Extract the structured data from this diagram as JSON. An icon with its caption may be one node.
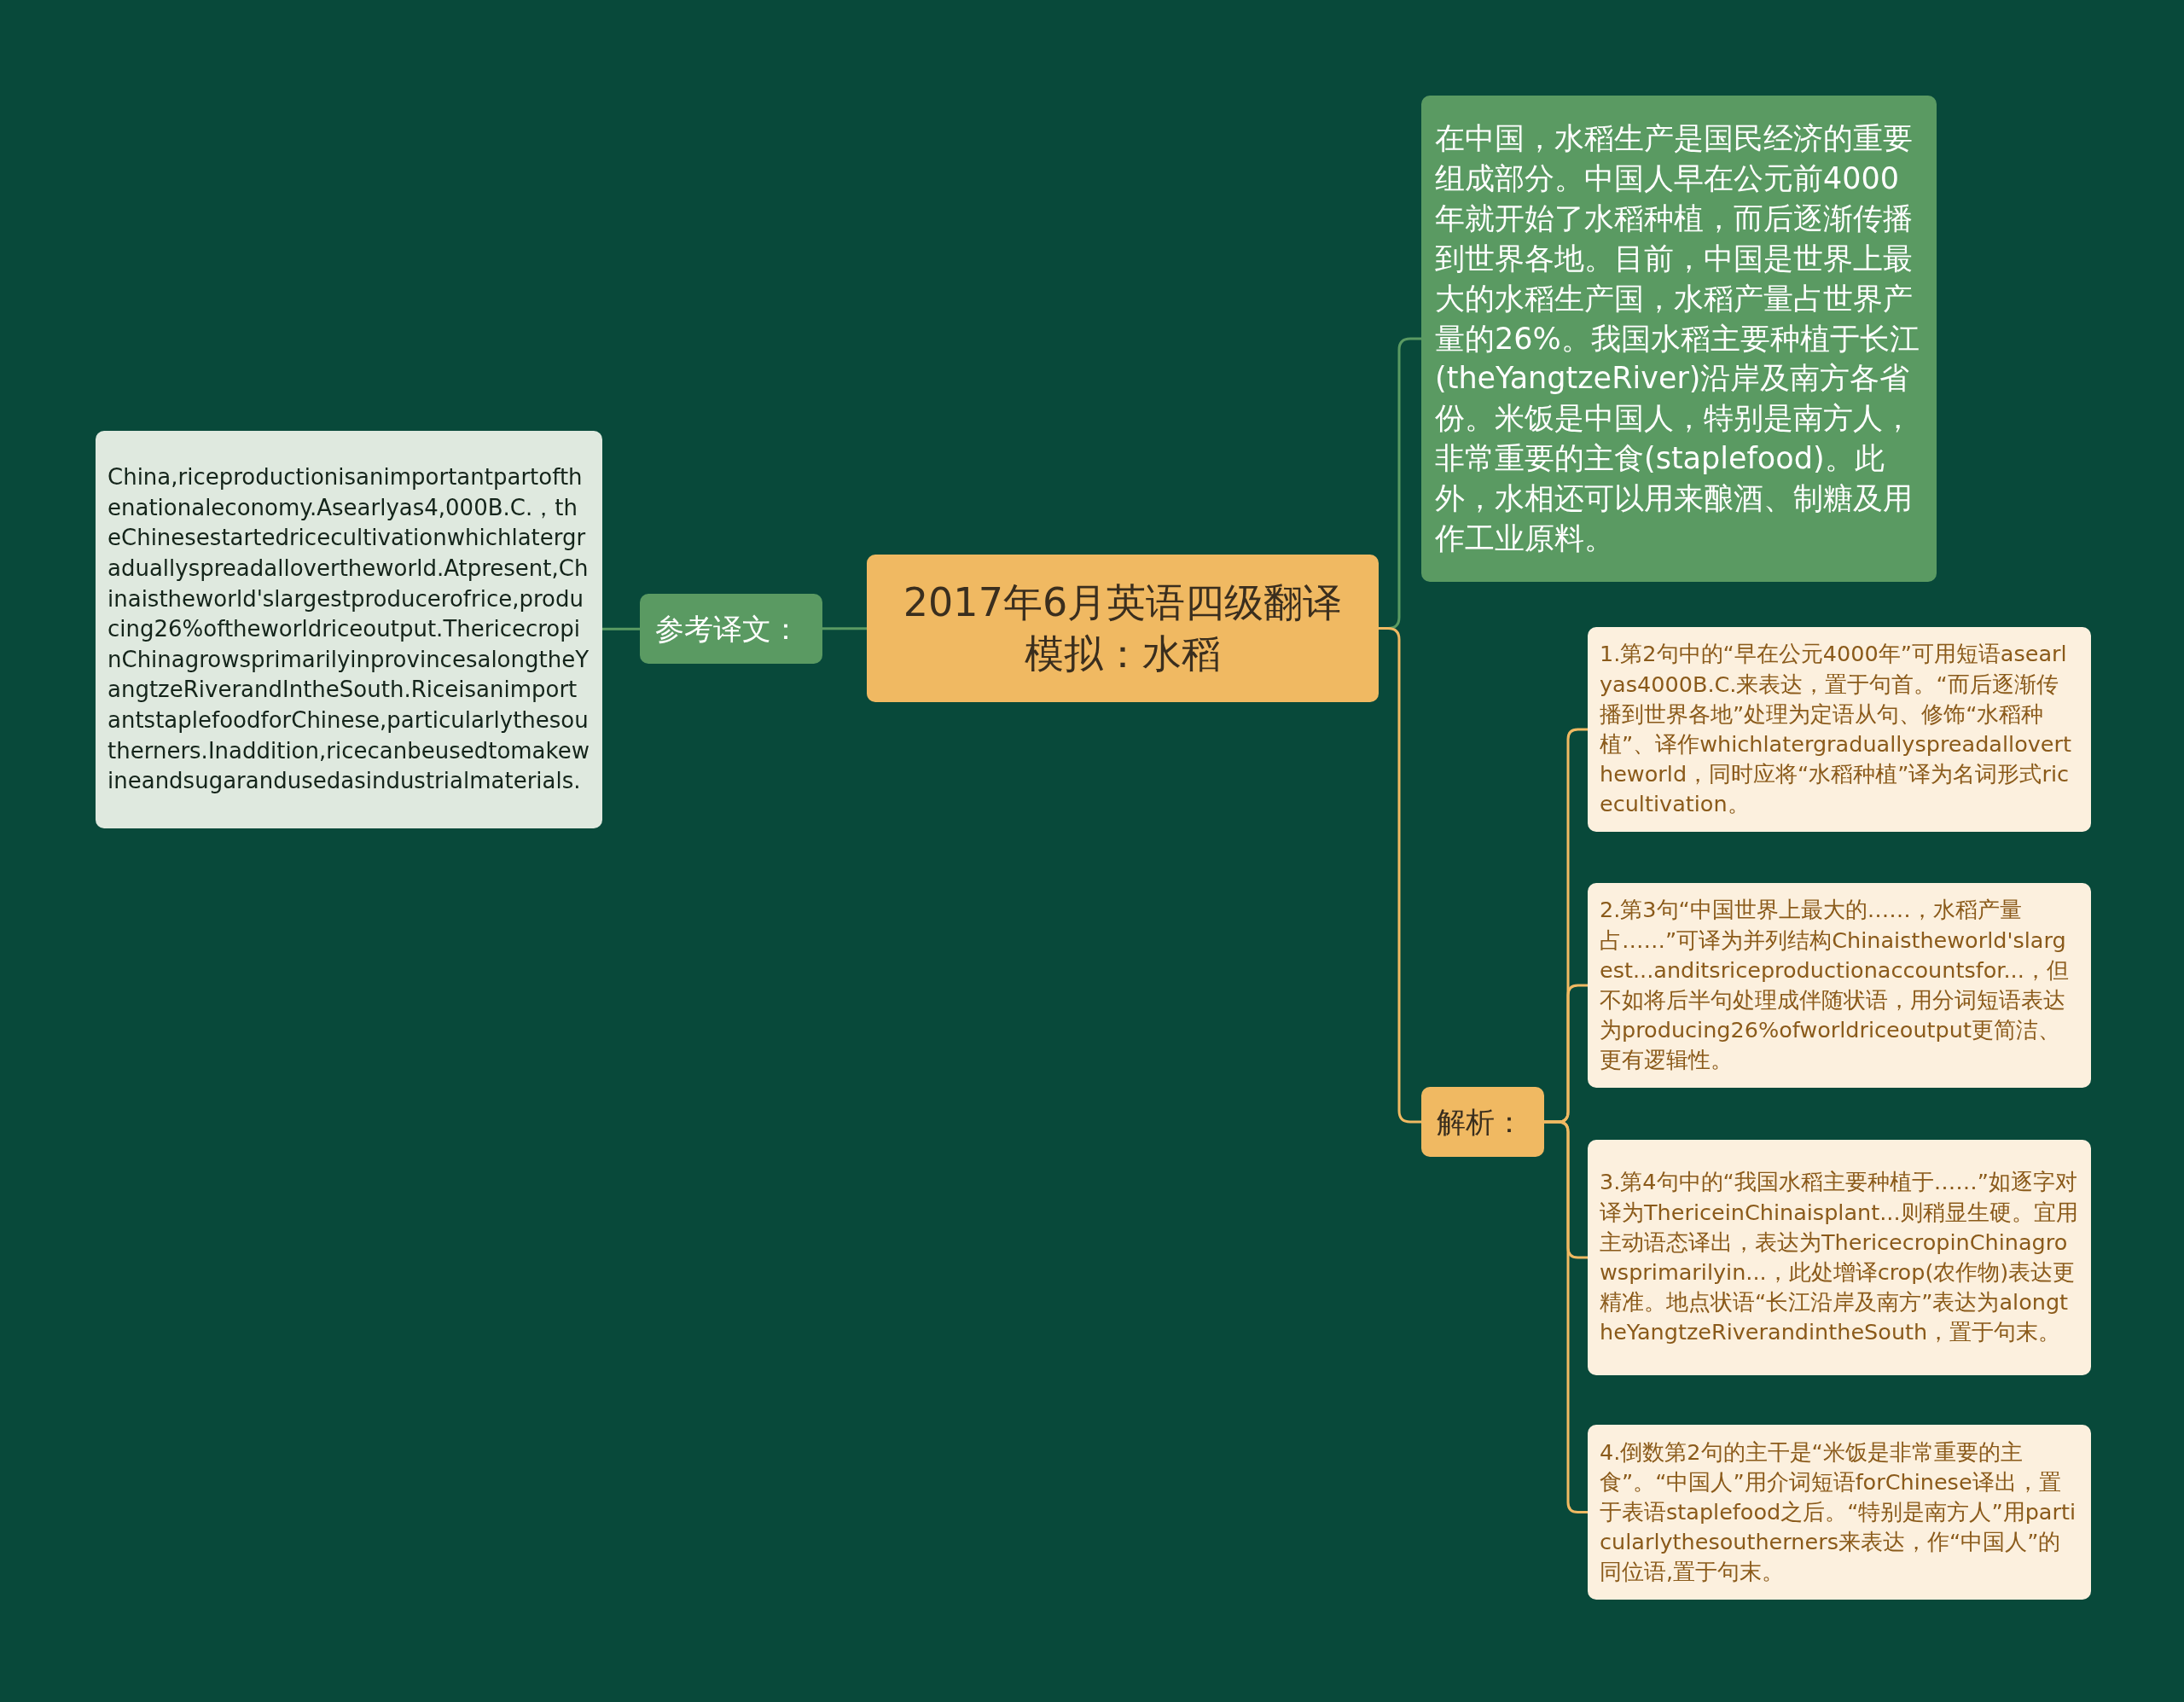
{
  "diagram": {
    "nodes": [
      {
        "text": [
          "2017年6月英语四级翻译模拟：水稻"
        ]
      },
      {
        "text": [
          "参考译文："
        ]
      },
      {
        "text": [
          "China,riceproductionisanimportantpartofthenationaleconomy.Asearlyas4,000B.C.，theChinesestartedricecultivationwhichlatergraduallyspreadallovertheworld.Atpresent,Chinaistheworld'slargestproducerofrice,producing26%oftheworldriceoutput.ThericecropinChinagrowsprimarilyinprovincesalongtheYangtzeRiverandIntheSouth.RiceisanimportantstaplefoodforChinese,particularlythesoutherners.Inaddition,ricecanbeusedtomakewineandsugarandusedasindustrialmaterials."
        ]
      },
      {
        "text": [
          "在中国，水稻生产是国民经济的重要组成部分。中国人早在公元前4000年就开始了水稻种植，而后逐渐传播到世界各地。目前，中国是世界上最大的水稻生产国，水稻产量占世界产量的26%。我国水稻主要种植于长江(theYangtzeRiver)沿岸及南方各省份。米饭是中国人，特别是南方人，非常重要的主食(staplefood)。此外，水相还可以用来酿酒、制糖及用作工业原料。"
        ]
      },
      {
        "text": [
          "解析："
        ]
      },
      {
        "text": [
          "1.第2句中的“早在公元4000年”可用短语asearlyas4000B.C.来表达，置于句首。“而后逐渐传播到世界各地”处理为定语从句、修饰“水稻种植”、译作whichlatergraduallyspreadallovertheworld，同时应将“水稻种植”译为名词形式ricecultivation。"
        ]
      },
      {
        "text": [
          "2.第3句“中国世界上最大的……，水稻产量占……”可译为并列结构Chinaistheworld'slargest...anditsriceproductionaccountsfor...，但不如将后半句处理成伴随状语，用分词短语表达为producing26%ofworldriceoutput更简洁、更有逻辑性。"
        ]
      },
      {
        "text": [
          "3.第4句中的“我国水稻主要种植于……”如逐字对译为ThericeinChinaisplant...则稍显生硬。宜用主动语态译出，表达为ThericecropinChinagrowsprimarilyin...，此处增译crop(农作物)表达更精准。地点状语“长江沿岸及南方”表达为alongtheYangtzeRiverandintheSouth，置于句末。"
        ]
      },
      {
        "text": [
          "4.倒数第2句的主干是“米饭是非常重要的主食”。“中国人”用介词短语forChinese译出，置于表语staplefood之后。“特别是南方人”用particularlythesoutherners来表达，作“中国人”的同位语,置于句末。"
        ]
      }
    ],
    "edges": [
      {
        "from": 0,
        "to": 1,
        "arrow": "none",
        "color": "#5a9a62"
      },
      {
        "from": 1,
        "to": 2,
        "arrow": "none",
        "color": "#5a9a62"
      },
      {
        "from": 0,
        "to": 3,
        "arrow": "none",
        "color": "#5a9a62"
      },
      {
        "from": 0,
        "to": 4,
        "arrow": "none"
      },
      {
        "from": 4,
        "to": 5,
        "arrow": "none"
      },
      {
        "from": 4,
        "to": 6,
        "arrow": "none"
      },
      {
        "from": 4,
        "to": 7,
        "arrow": "none"
      },
      {
        "from": 4,
        "to": 8,
        "arrow": "none"
      }
    ]
  }
}
